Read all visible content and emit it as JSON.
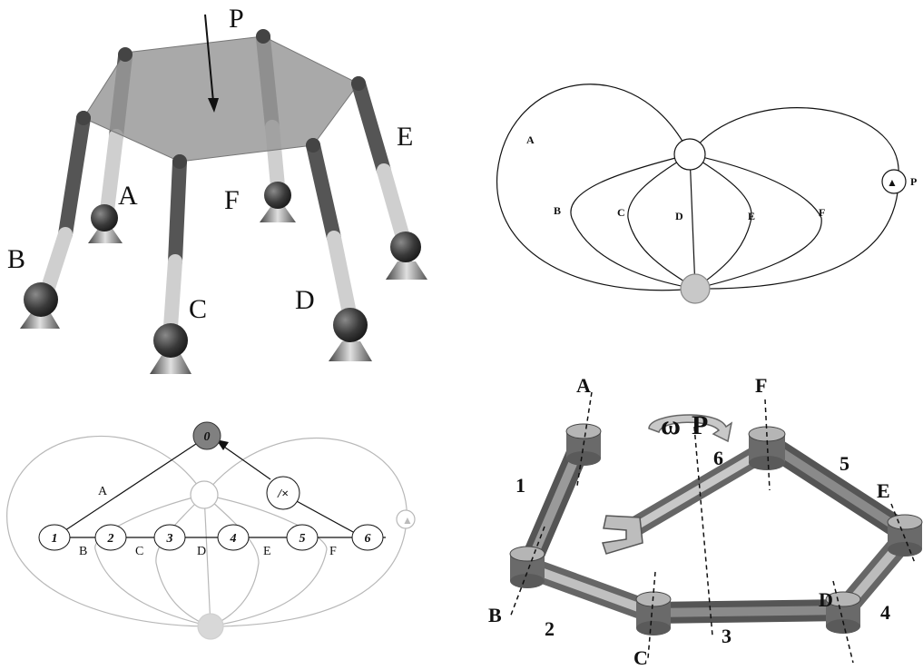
{
  "panels": {
    "hexapod": {
      "labels": {
        "P": "P",
        "A": "A",
        "B": "B",
        "C": "C",
        "D": "D",
        "E": "E",
        "F": "F"
      }
    },
    "graph": {
      "labels": {
        "A": "A",
        "B": "B",
        "C": "C",
        "D": "D",
        "E": "E",
        "F": "F",
        "P": "P"
      }
    },
    "tree": {
      "root": "0",
      "nodes": [
        "1",
        "2",
        "3",
        "4",
        "5",
        "6"
      ],
      "edge_labels": {
        "A": "A",
        "B": "B",
        "C": "C",
        "D": "D",
        "E": "E",
        "F": "F"
      },
      "extra": "/×"
    },
    "mechanism": {
      "joints": {
        "A": "A",
        "B": "B",
        "C": "C",
        "D": "D",
        "E": "E",
        "F": "F"
      },
      "links": [
        "1",
        "2",
        "3",
        "4",
        "5",
        "6"
      ],
      "omega": "ω",
      "P": "P"
    }
  },
  "colors": {
    "line": "#111111",
    "gray": "#808080",
    "light_gray": "#c0c0c0",
    "dark_leg": "#555555",
    "light_leg": "#cfcfcf",
    "plate": "#9a9a9a"
  }
}
